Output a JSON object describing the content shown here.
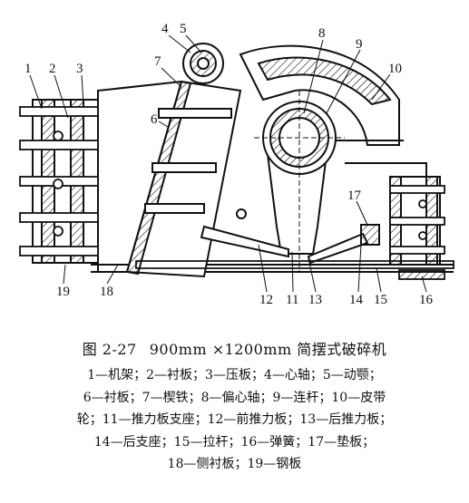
{
  "figure": {
    "callouts": [
      "1",
      "2",
      "3",
      "4",
      "5",
      "6",
      "7",
      "8",
      "9",
      "10",
      "11",
      "12",
      "13",
      "14",
      "15",
      "16",
      "17",
      "18",
      "19"
    ]
  },
  "caption": {
    "number": "图 2-27",
    "title": "900mm ×1200mm 简摆式破碎机"
  },
  "legend": {
    "lines": [
      "1—机架；2—衬板；3—压板；4—心轴；5—动颚；",
      "6—衬板；7—楔铁；8—偏心轴；9—连杆；10—皮带",
      "轮；11—推力板支座；12—前推力板；13—后推力板；",
      "14—后支座；15—拉杆；16—弹簧；17—垫板；",
      "18—侧衬板；19—钢板"
    ]
  }
}
